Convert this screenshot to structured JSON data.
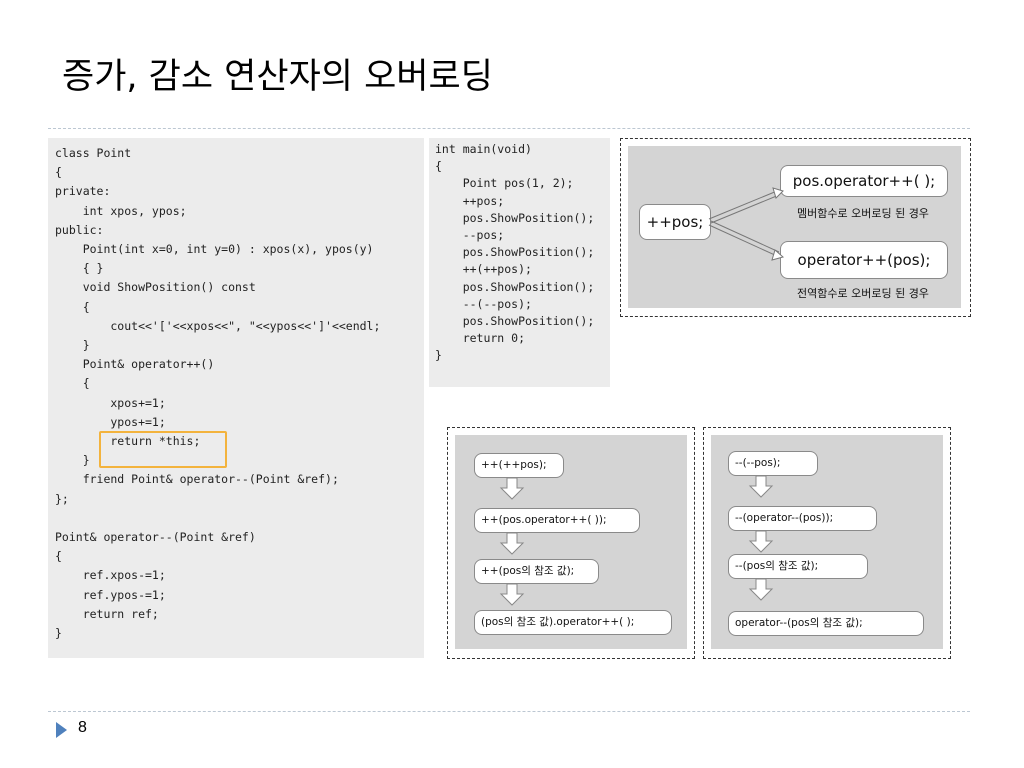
{
  "title": "증가, 감소 연산자의 오버로딩",
  "left_code": "class Point\n{\nprivate:\n    int xpos, ypos;\npublic:\n    Point(int x=0, int y=0) : xpos(x), ypos(y)\n    { }\n    void ShowPosition() const\n    {\n        cout<<'['<<xpos<<\", \"<<ypos<<']'<<endl;\n    }\n    Point& operator++()\n    {\n        xpos+=1;\n        ypos+=1;\n        return *this;\n    }\n    friend Point& operator--(Point &ref);\n};\n\nPoint& operator--(Point &ref)\n{\n    ref.xpos-=1;\n    ref.ypos-=1;\n    return ref;\n}",
  "main_code": "int main(void)\n{\n    Point pos(1, 2);\n    ++pos;\n    pos.ShowPosition();\n    --pos;\n    pos.ShowPosition();\n    ++(++pos);\n    pos.ShowPosition();\n    --(--pos);\n    pos.ShowPosition();\n    return 0;\n}",
  "overload_diagram": {
    "source": "++pos;",
    "member_expr": "pos.operator++( );",
    "member_caption": "멤버함수로 오버로딩 된 경우",
    "global_expr": "operator++(pos);",
    "global_caption": "전역함수로 오버로딩 된 경우"
  },
  "increment_steps": [
    "++(++pos);",
    "++(pos.operator++( ));",
    "++(pos의 참조 값);",
    "(pos의 참조 값).operator++( );"
  ],
  "decrement_steps": [
    "--(--pos);",
    "--(operator--(pos));",
    "--(pos의 참조 값);",
    "operator--(pos의 참조 값);"
  ],
  "page_number": "8",
  "colors": {
    "accent": "#4f81bd",
    "highlight": "#f3b33d",
    "code_bg": "#ececec",
    "panel_bg": "#d4d4d4"
  }
}
